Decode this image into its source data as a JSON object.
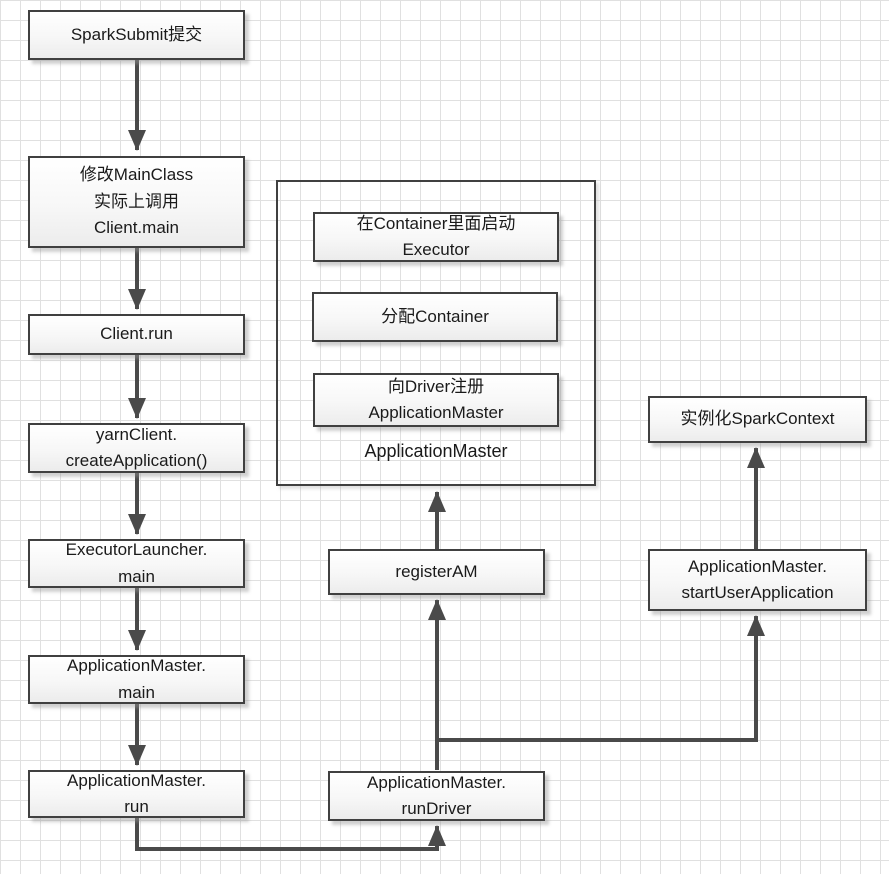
{
  "diagram": {
    "nodes": {
      "spark_submit": {
        "label": "SparkSubmit提交"
      },
      "modify_mainclass": {
        "label": "修改MainClass\n实际上调用\nClient.main"
      },
      "client_run": {
        "label": "Client.run"
      },
      "yarn_client_create_application": {
        "label": "yarnClient.\ncreateApplication()"
      },
      "executor_launcher_main": {
        "label": "ExecutorLauncher.\nmain"
      },
      "application_master_main": {
        "label": "ApplicationMaster.\nmain"
      },
      "application_master_run": {
        "label": "ApplicationMaster.\nrun"
      },
      "register_am": {
        "label": "registerAM"
      },
      "application_master_run_driver": {
        "label": "ApplicationMaster.\nrunDriver"
      },
      "instantiate_spark_context": {
        "label": "实例化SparkContext"
      },
      "application_master_start_user_application": {
        "label": "ApplicationMaster.\nstartUserApplication"
      }
    },
    "container": {
      "label": "ApplicationMaster",
      "children": {
        "launch_executor_in_container": {
          "label": "在Container里面启动\nExecutor"
        },
        "allocate_container": {
          "label": "分配Container"
        },
        "register_am_to_driver": {
          "label": "向Driver注册\nApplicationMaster"
        }
      }
    },
    "edges": [
      {
        "from": "spark_submit",
        "to": "modify_mainclass"
      },
      {
        "from": "modify_mainclass",
        "to": "client_run"
      },
      {
        "from": "client_run",
        "to": "yarn_client_create_application"
      },
      {
        "from": "yarn_client_create_application",
        "to": "executor_launcher_main"
      },
      {
        "from": "executor_launcher_main",
        "to": "application_master_main"
      },
      {
        "from": "application_master_main",
        "to": "application_master_run"
      },
      {
        "from": "application_master_run",
        "to": "application_master_run_driver"
      },
      {
        "from": "application_master_run_driver",
        "to": "register_am"
      },
      {
        "from": "register_am",
        "to": "application_master_container"
      },
      {
        "from": "application_master_run_driver",
        "to": "application_master_start_user_application"
      },
      {
        "from": "application_master_start_user_application",
        "to": "instantiate_spark_context"
      }
    ]
  },
  "colors": {
    "background": "#ffffff",
    "grid_line": "#e0e0e0",
    "node_border": "#404040",
    "node_fill_top": "#ffffff",
    "node_fill_bottom": "#ececec",
    "arrow": "#4a4a4a",
    "text": "#1a1a1a"
  }
}
